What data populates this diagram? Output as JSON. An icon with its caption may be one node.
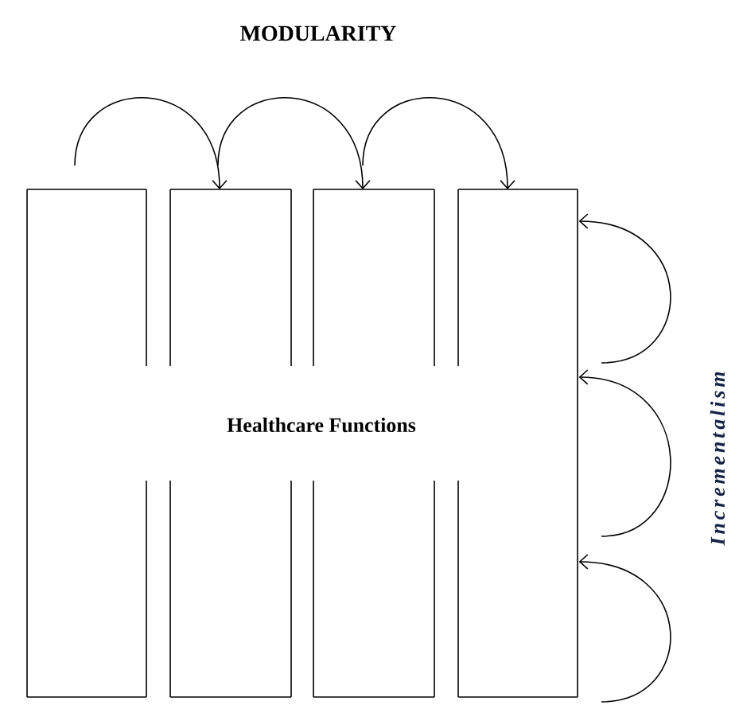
{
  "diagram": {
    "title": "MODULARITY",
    "nodes": [
      {
        "text": [],
        "shape": "box"
      },
      {
        "text": [],
        "shape": "box"
      },
      {
        "text": [],
        "shape": "box"
      },
      {
        "text": [],
        "shape": "box"
      }
    ],
    "edges": [
      {
        "from": null,
        "to": 1,
        "arrow": "to"
      },
      {
        "from": null,
        "to": 2,
        "arrow": "to"
      },
      {
        "from": null,
        "to": 3,
        "arrow": "to"
      },
      {
        "from": null,
        "to": 3,
        "arrow": "to"
      },
      {
        "from": null,
        "to": 3,
        "arrow": "to"
      },
      {
        "from": null,
        "to": 3,
        "arrow": "to"
      }
    ],
    "labels": [
      "Healthcare Functions",
      "Incrementalism"
    ]
  }
}
